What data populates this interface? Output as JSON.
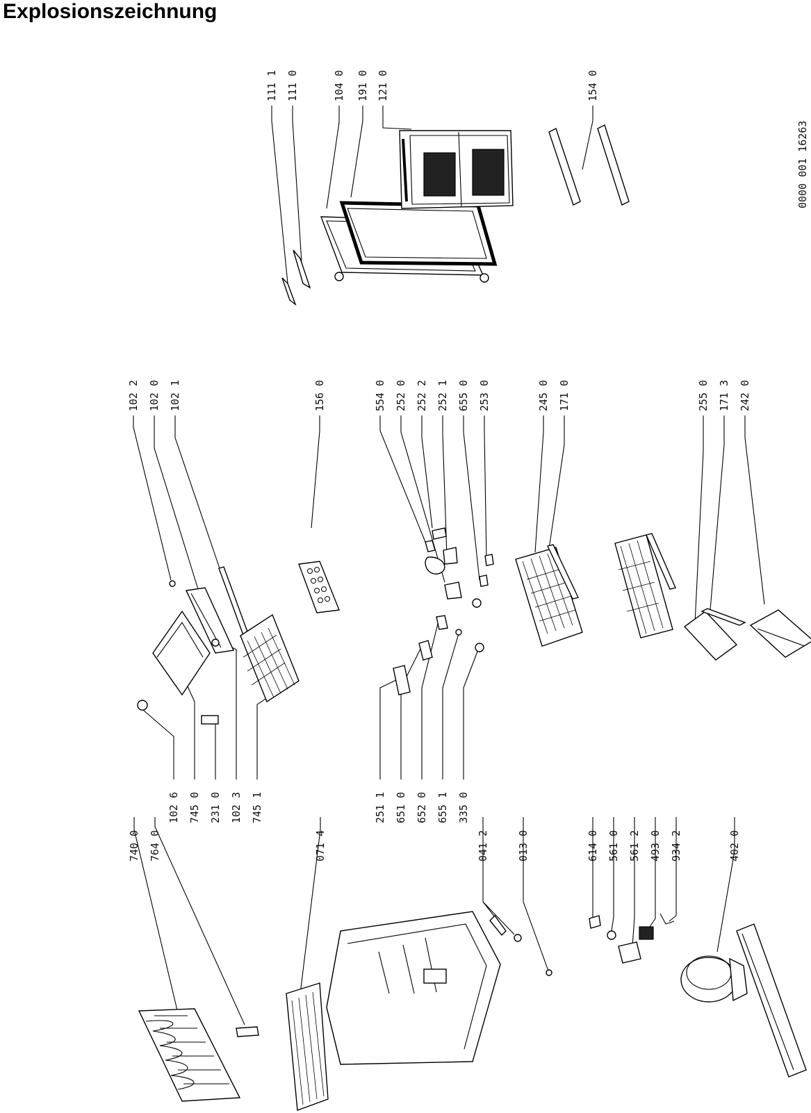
{
  "title": "Explosionszeichnung",
  "doc_code": "0000 001  16263",
  "labels": {
    "l111_1": "111 1",
    "l111_0": "111 0",
    "l104_0": "104 0",
    "l191_0": "191 0",
    "l121_0": "121 0",
    "l154_0": "154 0",
    "l102_2": "102 2",
    "l102_0": "102 0",
    "l102_1": "102 1",
    "l156_0": "156 0",
    "l554_0": "554 0",
    "l252_0": "252 0",
    "l252_2": "252 2",
    "l252_1": "252 1",
    "l655_0": "655 0",
    "l253_0": "253 0",
    "l245_0": "245 0",
    "l171_0": "171 0",
    "l255_0": "255 0",
    "l171_3": "171 3",
    "l242_0": "242 0",
    "l102_6": "102 6",
    "l745_0": "745 0",
    "l231_0": "231 0",
    "l102_3": "102 3",
    "l745_1": "745 1",
    "l251_1": "251 1",
    "l651_0": "651 0",
    "l652_0": "652 0",
    "l655_1": "655 1",
    "l335_0": "335 0",
    "l740_0": "740 0",
    "l764_0": "764 0",
    "l071_4": "071 4",
    "l041_2": "041 2",
    "l013_0": "013 0",
    "l614_0": "614 0",
    "l561_0": "561 0",
    "l561_2": "561 2",
    "l493_0": "493 0",
    "l934_2": "934 2",
    "l402_0": "402 0"
  }
}
